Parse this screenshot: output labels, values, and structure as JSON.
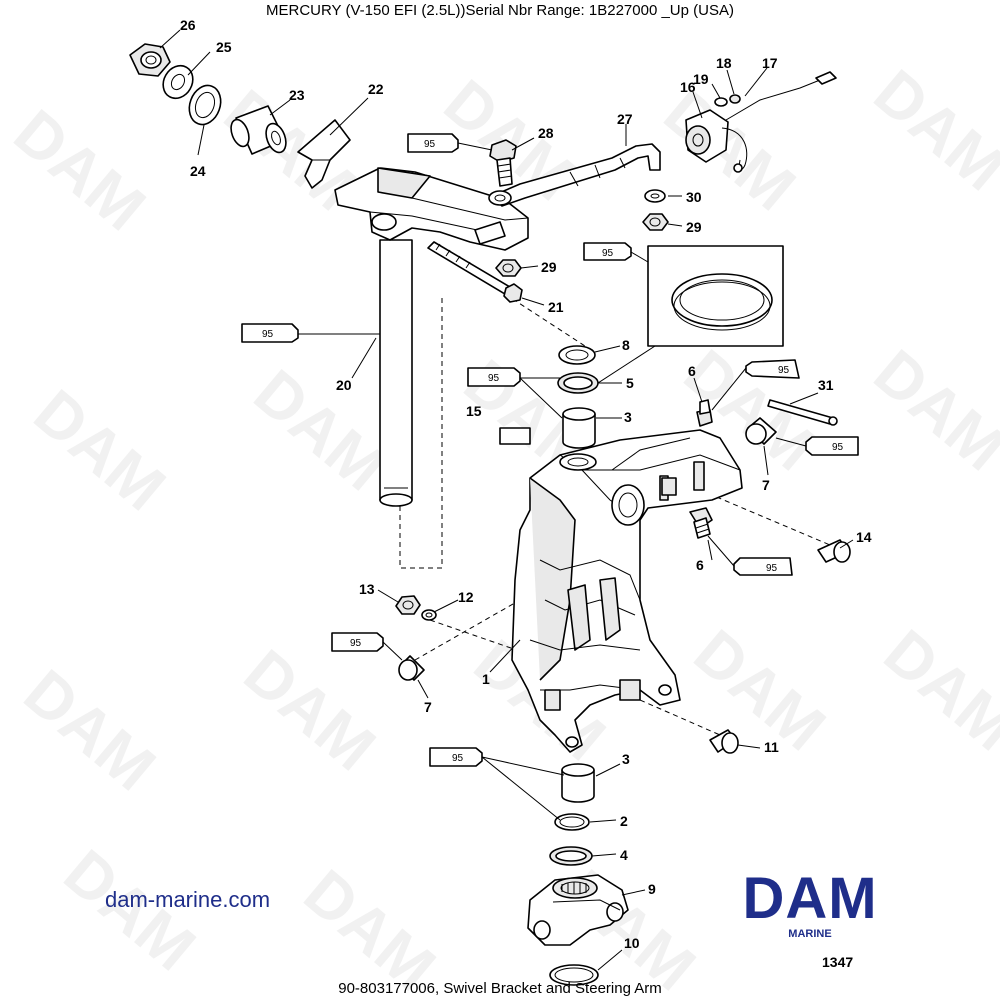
{
  "header": {
    "title": "MERCURY (V-150 EFI (2.5L))Serial Nbr Range: 1B227000 _Up (USA)"
  },
  "footer": {
    "caption": "90-803177006, Swivel Bracket and Steering Arm",
    "website": "dam-marine.com",
    "logo_text": "DAM",
    "logo_subtext": "MARINE",
    "diagram_number": "1347"
  },
  "watermark": "DAM",
  "lubricant_code": "95",
  "colors": {
    "brand_blue": "#1f2e8a",
    "line": "#000000",
    "watermark": "#f1f1f1"
  },
  "callouts": [
    {
      "id": "c26",
      "label": "26"
    },
    {
      "id": "c25",
      "label": "25"
    },
    {
      "id": "c24",
      "label": "24"
    },
    {
      "id": "c23",
      "label": "23"
    },
    {
      "id": "c22",
      "label": "22"
    },
    {
      "id": "c28",
      "label": "28"
    },
    {
      "id": "c27",
      "label": "27"
    },
    {
      "id": "c16",
      "label": "16"
    },
    {
      "id": "c19",
      "label": "19"
    },
    {
      "id": "c18",
      "label": "18"
    },
    {
      "id": "c17",
      "label": "17"
    },
    {
      "id": "c30",
      "label": "30"
    },
    {
      "id": "c29a",
      "label": "29"
    },
    {
      "id": "c29b",
      "label": "29"
    },
    {
      "id": "c21",
      "label": "21"
    },
    {
      "id": "c20",
      "label": "20"
    },
    {
      "id": "c8",
      "label": "8"
    },
    {
      "id": "c5",
      "label": "5"
    },
    {
      "id": "c15",
      "label": "15"
    },
    {
      "id": "c3a",
      "label": "3"
    },
    {
      "id": "c6a",
      "label": "6"
    },
    {
      "id": "c31",
      "label": "31"
    },
    {
      "id": "c7a",
      "label": "7"
    },
    {
      "id": "c14",
      "label": "14"
    },
    {
      "id": "c6b",
      "label": "6"
    },
    {
      "id": "c13",
      "label": "13"
    },
    {
      "id": "c12",
      "label": "12"
    },
    {
      "id": "c1",
      "label": "1"
    },
    {
      "id": "c7b",
      "label": "7"
    },
    {
      "id": "c11",
      "label": "11"
    },
    {
      "id": "c3b",
      "label": "3"
    },
    {
      "id": "c2",
      "label": "2"
    },
    {
      "id": "c4",
      "label": "4"
    },
    {
      "id": "c9",
      "label": "9"
    },
    {
      "id": "c10",
      "label": "10"
    }
  ]
}
